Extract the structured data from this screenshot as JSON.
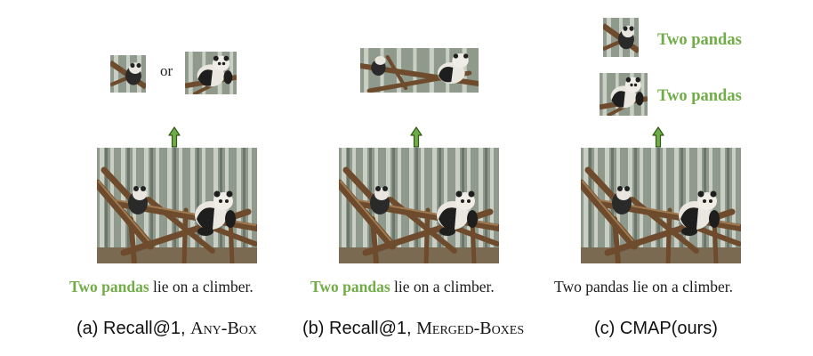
{
  "panels": [
    {
      "caption_highlight": "Two pandas",
      "caption_rest": " lie on a climber.",
      "label_prefix": "(a) Recall@1, ",
      "label_method": "Any-Box",
      "or_text": "or"
    },
    {
      "caption_highlight": "Two pandas",
      "caption_rest": " lie on a climber.",
      "label_prefix": "(b) Recall@1, ",
      "label_method": "Merged-Boxes"
    },
    {
      "caption": "Two pandas lie on a climber.",
      "label": "(c) CMAP(ours)",
      "grounded_phrases": [
        "Two pandas",
        "Two pandas"
      ]
    }
  ],
  "colors": {
    "highlight": "#70ad47",
    "arrow_fill": "#70ad47",
    "arrow_stroke": "#2f5a1a"
  }
}
